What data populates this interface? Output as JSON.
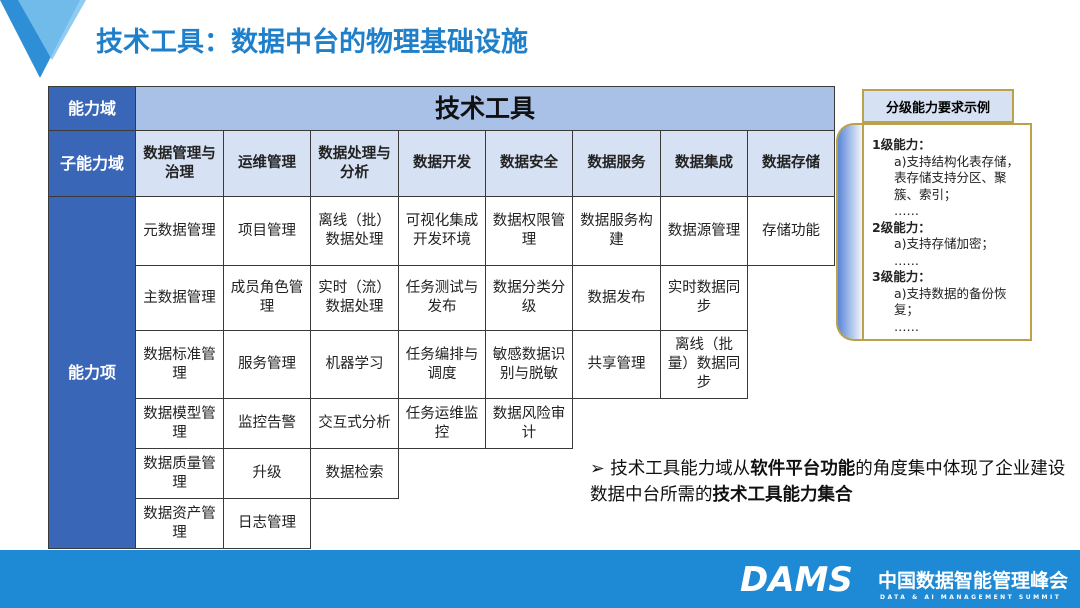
{
  "title": "技术工具：数据中台的物理基础设施",
  "table": {
    "domain_label": "能力域",
    "domain_value": "技术工具",
    "sub_label": "子能力域",
    "item_label": "能力项",
    "columns": [
      {
        "header": "数据管理与治理",
        "items": [
          "元数据管理",
          "主数据管理",
          "数据标准管理",
          "数据模型管理",
          "数据质量管理",
          "数据资产管理"
        ]
      },
      {
        "header": "运维管理",
        "items": [
          "项目管理",
          "成员角色管理",
          "服务管理",
          "监控告警",
          "升级",
          "日志管理"
        ]
      },
      {
        "header": "数据处理与分析",
        "items": [
          "离线（批）数据处理",
          "实时（流）数据处理",
          "机器学习",
          "交互式分析",
          "数据检索"
        ]
      },
      {
        "header": "数据开发",
        "items": [
          "可视化集成开发环境",
          "任务测试与发布",
          "任务编排与调度",
          "任务运维监控"
        ]
      },
      {
        "header": "数据安全",
        "items": [
          "数据权限管理",
          "数据分类分级",
          "敏感数据识别与脱敏",
          "数据风险审计"
        ]
      },
      {
        "header": "数据服务",
        "items": [
          "数据服务构建",
          "数据发布",
          "共享管理"
        ]
      },
      {
        "header": "数据集成",
        "items": [
          "数据源管理",
          "实时数据同步",
          "离线（批量）数据同步"
        ]
      },
      {
        "header": "数据存储",
        "items": [
          "存储功能"
        ]
      }
    ]
  },
  "example": {
    "header": "分级能力要求示例",
    "l1": "1级能力：",
    "l1a": "a)支持结构化表存储，表存储支持分区、聚簇、索引；",
    "dots": "……",
    "l2": "2级能力：",
    "l2a": "a)支持存储加密；",
    "l3": "3级能力：",
    "l3a": "a)支持数据的备份恢复；"
  },
  "note": {
    "arrow": "➢",
    "p1": "技术工具能力域从",
    "b1": "软件平台功能",
    "p2": "的角度集中体现了企业建设数据中台所需的",
    "b2": "技术工具能力集合"
  },
  "footer": {
    "logo": "DAMS",
    "cn": "中国数据智能管理峰会",
    "en": "DATA & AI MANAGEMENT SUMMIT"
  }
}
